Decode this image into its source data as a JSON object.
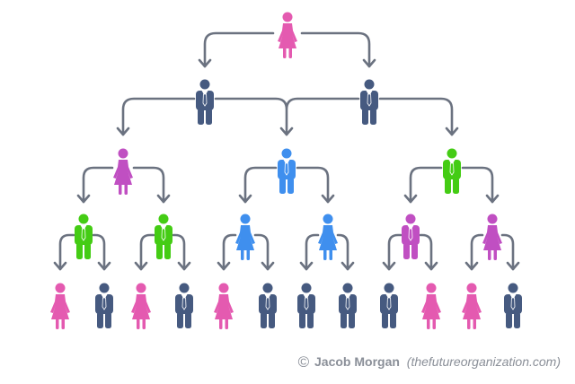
{
  "colors": {
    "connector": "#6b7280",
    "pink": "#e45ab0",
    "magenta": "#c04fc2",
    "navy": "#465a80",
    "blue": "#3f8fee",
    "green": "#44cc14"
  },
  "diagram": {
    "type": "hierarchy-tree",
    "levels": [
      [
        {
          "id": "a",
          "gender": "f",
          "color": "pink"
        }
      ],
      [
        {
          "id": "b1",
          "gender": "m",
          "color": "navy",
          "parent": "a"
        },
        {
          "id": "b2",
          "gender": "m",
          "color": "navy",
          "parent": "a"
        }
      ],
      [
        {
          "id": "c1",
          "gender": "f",
          "color": "magenta",
          "parents": [
            "b1"
          ]
        },
        {
          "id": "c2",
          "gender": "m",
          "color": "blue",
          "parents": [
            "b1",
            "b2"
          ]
        },
        {
          "id": "c3",
          "gender": "m",
          "color": "green",
          "parents": [
            "b2"
          ]
        }
      ],
      [
        {
          "id": "d1",
          "gender": "m",
          "color": "green",
          "parent": "c1"
        },
        {
          "id": "d2",
          "gender": "m",
          "color": "green",
          "parent": "c1"
        },
        {
          "id": "d3",
          "gender": "f",
          "color": "blue",
          "parent": "c2"
        },
        {
          "id": "d4",
          "gender": "f",
          "color": "blue",
          "parent": "c2"
        },
        {
          "id": "d5",
          "gender": "m",
          "color": "magenta",
          "parent": "c3"
        },
        {
          "id": "d6",
          "gender": "f",
          "color": "magenta",
          "parent": "c3"
        }
      ],
      [
        {
          "id": "e1",
          "gender": "f",
          "color": "pink",
          "parent": "d1"
        },
        {
          "id": "e2",
          "gender": "m",
          "color": "navy",
          "parent": "d1"
        },
        {
          "id": "e3",
          "gender": "f",
          "color": "pink",
          "parent": "d2"
        },
        {
          "id": "e4",
          "gender": "m",
          "color": "navy",
          "parent": "d2"
        },
        {
          "id": "e5",
          "gender": "f",
          "color": "pink",
          "parent": "d3"
        },
        {
          "id": "e6",
          "gender": "m",
          "color": "navy",
          "parent": "d3"
        },
        {
          "id": "e7",
          "gender": "m",
          "color": "navy",
          "parent": "d4"
        },
        {
          "id": "e8",
          "gender": "m",
          "color": "navy",
          "parent": "d4"
        },
        {
          "id": "e9",
          "gender": "m",
          "color": "navy",
          "parent": "d5"
        },
        {
          "id": "e10",
          "gender": "f",
          "color": "pink",
          "parent": "d5"
        },
        {
          "id": "e11",
          "gender": "f",
          "color": "pink",
          "parent": "d6"
        },
        {
          "id": "e12",
          "gender": "m",
          "color": "navy",
          "parent": "d6"
        }
      ]
    ]
  },
  "credit": {
    "symbol": "©",
    "author": "Jacob Morgan",
    "site": "(thefutureorganization.com)"
  }
}
